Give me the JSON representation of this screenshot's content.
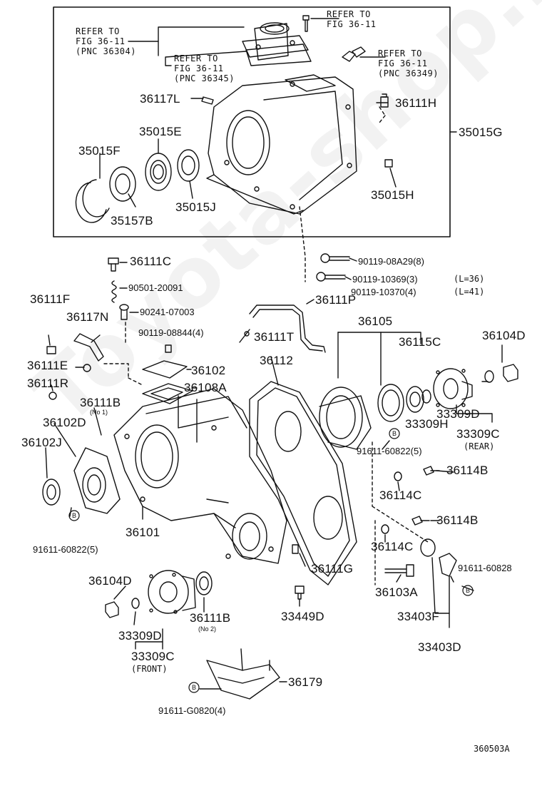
{
  "watermark": "Toyota-shop.ru",
  "diagram_code": "360503A",
  "refs": {
    "r1": [
      "REFER TO",
      "FIG 36-11"
    ],
    "r2": [
      "REFER TO",
      "FIG 36-11",
      "(PNC 36304)"
    ],
    "r3": [
      "REFER TO",
      "FIG 36-11",
      "(PNC 36345)"
    ],
    "r4": [
      "REFER TO",
      "FIG 36-11",
      "(PNC 36349)"
    ]
  },
  "parts": {
    "p36117L": "36117L",
    "p36111H": "36111H",
    "p35015E": "35015E",
    "p35015F": "35015F",
    "p35015G": "35015G",
    "p35015H": "35015H",
    "p35015J": "35015J",
    "p35157B": "35157B",
    "p36111C": "36111C",
    "p90501": "90501-20091",
    "p90241": "90241-07003",
    "p90119_844": "90119-08844(4)",
    "p90119_A29": "90119-08A29(8)",
    "p90119_369": "90119-10369(3)",
    "p90119_370": "90119-10370(4)",
    "p_l36": "(L=36)",
    "p_l41": "(L=41)",
    "p36111F": "36111F",
    "p36117N": "36117N",
    "p36111P": "36111P",
    "p36105": "36105",
    "p36111T": "36111T",
    "p36112": "36112",
    "p36115C": "36115C",
    "p36104D_a": "36104D",
    "p36111E": "36111E",
    "p36102": "36102",
    "p36108A": "36108A",
    "p36111R": "36111R",
    "p36111B_a": "36111B",
    "p_no1": "(No 1)",
    "p36102D": "36102D",
    "p36102J": "36102J",
    "p33309H": "33309H",
    "p33309D_a": "33309D",
    "p33309C_a": "33309C",
    "p_rear": "(REAR)",
    "p91611_a": "91611-60822(5)",
    "p36114B_a": "36114B",
    "p36114C_a": "36114C",
    "p36114B_b": "36114B",
    "p36114C_b": "36114C",
    "p36101": "36101",
    "p91611_b": "91611-60822(5)",
    "p36111G": "36111G",
    "p91611_c": "91611-60828",
    "p36104D_b": "36104D",
    "p36103A": "36103A",
    "p33309D_b": "33309D",
    "p36111B_b": "36111B",
    "p_no2": "(No 2)",
    "p33449D": "33449D",
    "p33403F": "33403F",
    "p33403D": "33403D",
    "p33309C_b": "33309C",
    "p_front": "(FRONT)",
    "p36179": "36179",
    "p91611_d": "91611-G0820(4)"
  },
  "bolt_marks": [
    "B",
    "B",
    "B",
    "B"
  ]
}
